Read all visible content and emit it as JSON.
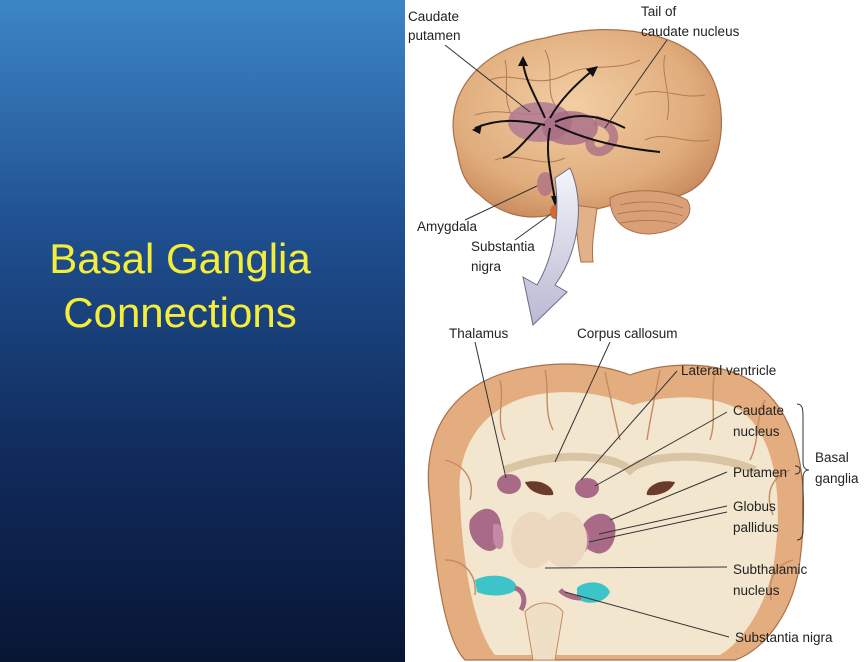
{
  "slide": {
    "title_line1": "Basal Ganglia",
    "title_line2": "Connections",
    "title_color": "#f4ee3a"
  },
  "figure": {
    "upper_labels": {
      "caudate_putamen_1": "Caudate",
      "caudate_putamen_2": "putamen",
      "tail_1": "Tail of",
      "tail_2": "caudate nucleus",
      "amygdala": "Amygdala",
      "substantia_1": "Substantia",
      "substantia_2": "nigra"
    },
    "lower_labels": {
      "thalamus": "Thalamus",
      "corpus_callosum": "Corpus callosum",
      "lateral_ventricle": "Lateral ventricle",
      "caudate_1": "Caudate",
      "caudate_2": "nucleus",
      "putamen": "Putamen",
      "globus_1": "Globus",
      "globus_2": "pallidus",
      "basal_1": "Basal",
      "basal_2": "ganglia",
      "subthalamic_1": "Subthalamic",
      "subthalamic_2": "nucleus",
      "substantia_nigra": "Substantia nigra"
    },
    "colors": {
      "brain_tan": "#e8b98a",
      "nucleus_mauve": "#a86a86",
      "subthalamic_teal": "#3cc4c8",
      "white_matter": "#f3e6cf"
    }
  }
}
